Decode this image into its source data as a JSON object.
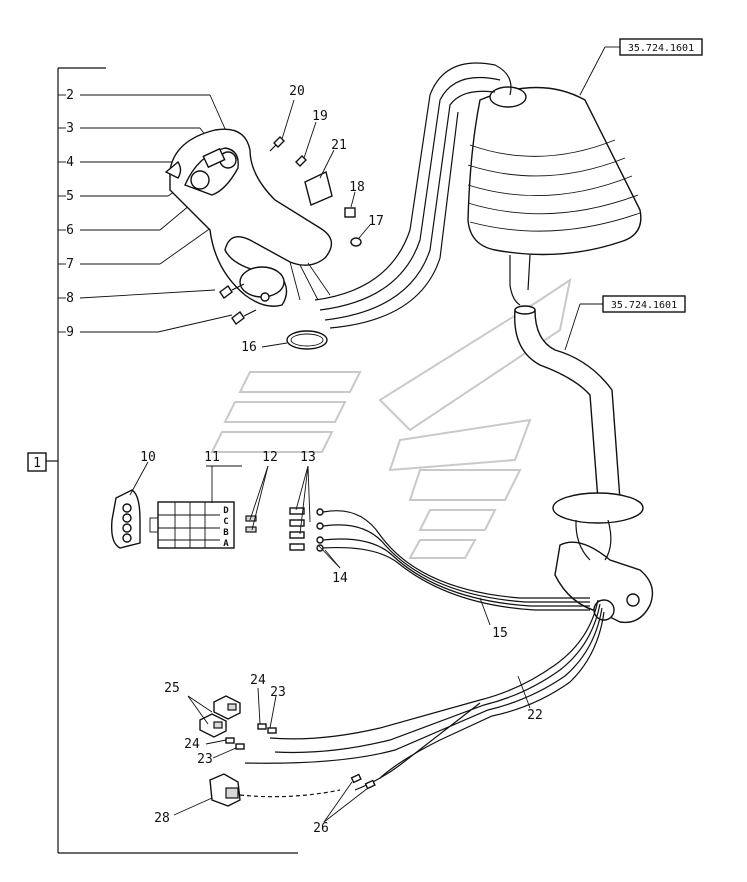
{
  "group": {
    "label": "1"
  },
  "references": {
    "top": "35.724.1601",
    "middle": "35.724.1601"
  },
  "connector_letters": [
    "D",
    "C",
    "B",
    "A"
  ],
  "callouts": {
    "c2": "2",
    "c3": "3",
    "c4": "4",
    "c5": "5",
    "c6": "6",
    "c7": "7",
    "c8": "8",
    "c9": "9",
    "c10": "10",
    "c11": "11",
    "c12": "12",
    "c13": "13",
    "c14": "14",
    "c15": "15",
    "c16": "16",
    "c17": "17",
    "c18": "18",
    "c19": "19",
    "c20": "20",
    "c21": "21",
    "c22": "22",
    "c23a": "23",
    "c23b": "23",
    "c24a": "24",
    "c24b": "24",
    "c25": "25",
    "c26": "26",
    "c28": "28"
  }
}
